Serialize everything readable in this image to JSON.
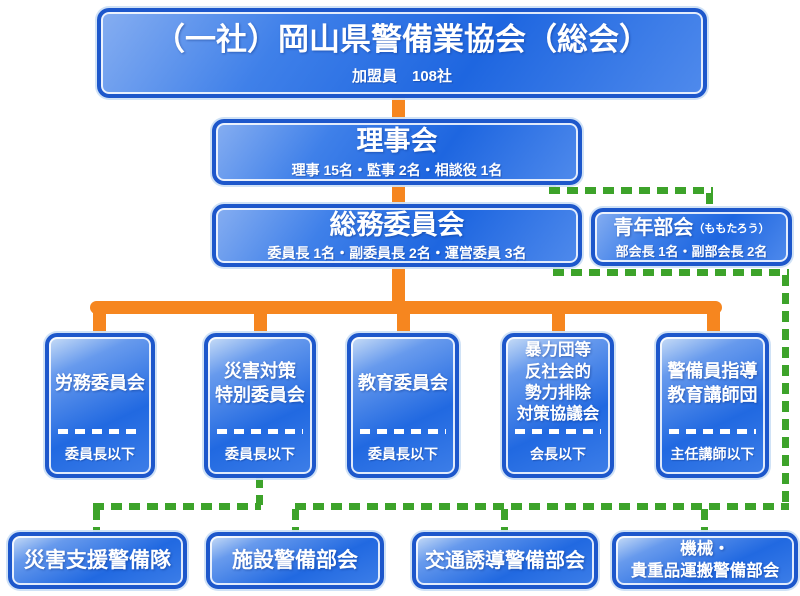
{
  "colors": {
    "orange": "#f6861f",
    "green": "#3da32a",
    "box_border": "#1d57cb",
    "text": "#ffffff"
  },
  "top_box": {
    "title": "（一社）岡山県警備業協会（総会）",
    "subtitle": "加盟員　108社"
  },
  "board": {
    "title": "理事会",
    "subtitle": "理事 15名・監事 2名・相談役 1名"
  },
  "general_affairs": {
    "title": "総務委員会",
    "subtitle": "委員長 1名・副委員長 2名・運営委員 3名"
  },
  "youth": {
    "title": "青年部会",
    "note": "（ももたろう）",
    "subtitle": "部会長 1名・副部会長 2名"
  },
  "committees": [
    {
      "title": "労務委員会",
      "subtitle": "委員長以下"
    },
    {
      "title": "災害対策\n特別委員会",
      "subtitle": "委員長以下"
    },
    {
      "title": "教育委員会",
      "subtitle": "委員長以下"
    },
    {
      "title": "暴力団等\n反社会的\n勢力排除\n対策協議会",
      "subtitle": "会長以下"
    },
    {
      "title": "警備員指導\n教育講師団",
      "subtitle": "主任講師以下"
    }
  ],
  "units": [
    {
      "title": "災害支援警備隊"
    },
    {
      "title": "施設警備部会"
    },
    {
      "title": "交通誘導警備部会"
    },
    {
      "title": "機械・\n貴重品運搬警備部会"
    }
  ]
}
